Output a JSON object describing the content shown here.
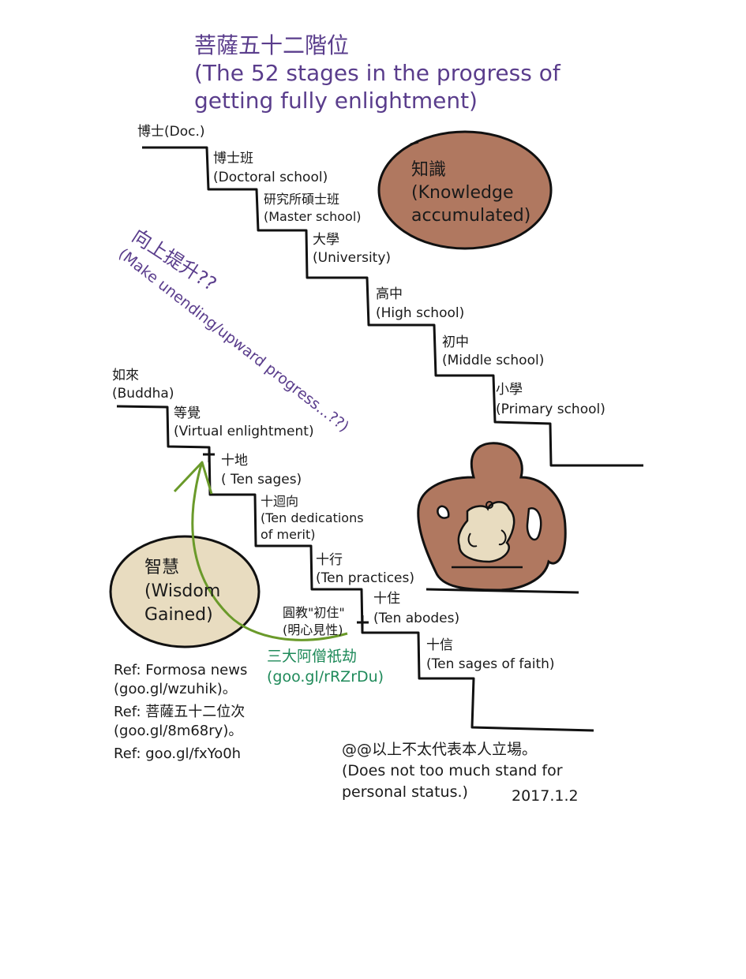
{
  "title": {
    "line1": "菩薩五十二階位",
    "line2": "(The 52 stages in the progress of",
    "line3": "getting fully enlightment)"
  },
  "knowledge_stairs": {
    "doc": "博士(Doc.)",
    "doctoral_zh": "博士班",
    "doctoral_en": "(Doctoral school)",
    "master_zh": "研究所碩士班",
    "master_en": "(Master school)",
    "university_zh": "大學",
    "university_en": "(University)",
    "high_zh": "高中",
    "high_en": "(High school)",
    "middle_zh": "初中",
    "middle_en": "(Middle school)",
    "primary_zh": "小學",
    "primary_en": "(Primary school)"
  },
  "knowledge_blob": {
    "line1": "知識",
    "line2": "(Knowledge",
    "line3": "accumulated)"
  },
  "diagonal": {
    "line1": "向上提升??",
    "line2": "(Make unending/upward progress...??)"
  },
  "wisdom_stairs": {
    "buddha_zh": "如來",
    "buddha_en": "(Buddha)",
    "virtual_zh": "等覺",
    "virtual_en": "(Virtual enlightment)",
    "sages_zh": "十地",
    "sages_en": "( Ten sages)",
    "dedications_zh": "十迴向",
    "dedications_en1": "(Ten dedications",
    "dedications_en2": "of merit)",
    "practices_zh": "十行",
    "practices_en": "(Ten practices)",
    "abodes_zh": "十住",
    "abodes_en": "(Ten abodes)",
    "faith_zh": "十信",
    "faith_en": "(Ten sages of faith)",
    "yuanjiao1": "圓教\"初住\"",
    "yuanjiao2": "(明心見性)"
  },
  "wisdom_blob": {
    "line1": "智慧",
    "line2": "(Wisdom",
    "line3": "Gained)"
  },
  "kalpa": {
    "line1": "三大阿僧祇劫",
    "line2": "(goo.gl/rRZrDu)"
  },
  "refs": {
    "ref1a": "Ref: Formosa news",
    "ref1b": "(goo.gl/wzuhik)。",
    "ref2a": "Ref: 菩薩五十二位次",
    "ref2b": "(goo.gl/8m68ry)。",
    "ref3": "Ref: goo.gl/fxYo0h"
  },
  "disclaimer": {
    "line1": "@@以上不太代表本人立場。",
    "line2": "(Does not too much stand for",
    "line3": "personal status.)",
    "date": "2017.1.2"
  },
  "colors": {
    "title_purple": "#5a3d8c",
    "knowledge_blob": "#b07860",
    "wisdom_blob": "#e8dcc0",
    "arrow_green": "#6a9a2a",
    "kalpa_green": "#1f8a5a",
    "buddha_figure": "#b07860",
    "lines": "#111111"
  }
}
